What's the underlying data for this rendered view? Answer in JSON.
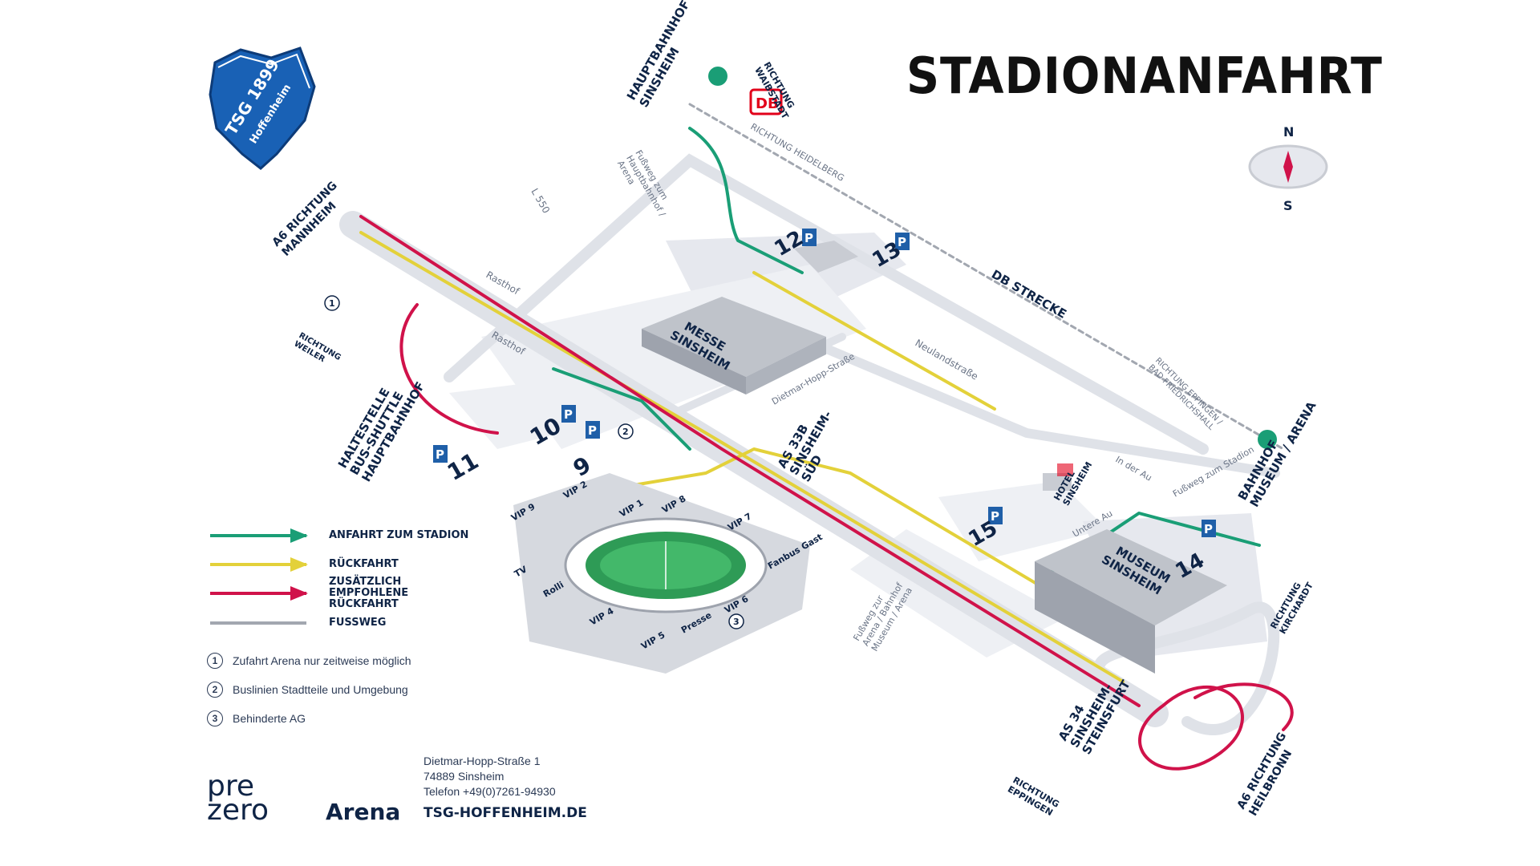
{
  "title": "STADIONANFAHRT",
  "club_crest": {
    "line1": "TSG 1899",
    "line2": "Hoffenheim",
    "color": "#1961b5"
  },
  "compass": {
    "north": "N",
    "south": "S"
  },
  "colors": {
    "anfahrt": "#1a9e76",
    "rueckfahrt": "#e3d13a",
    "zusaetzlich": "#d0124a",
    "fussweg": "#a2a7b0",
    "parking": "#1f5fa8",
    "db_red": "#e2001a",
    "building": "#c9ccd3",
    "area": "#e6e8ee"
  },
  "map_labels": {
    "hauptbahnhof": [
      "HAUPTBAHNHOF",
      "SINSHEIM"
    ],
    "richtung_waibstadt": [
      "RICHTUNG",
      "WAIBSTADT"
    ],
    "db_logo": "DB",
    "richtung_heidelberg": "RICHTUNG HEIDELBERG",
    "fussweg_hbf": [
      "Fußweg zum",
      "Hauptbahnhof /",
      "Arena"
    ],
    "l550": "L 550",
    "a6_mannheim": [
      "A6 RICHTUNG",
      "MANNHEIM"
    ],
    "rasthof_1": "Rasthof",
    "rasthof_2": "Rasthof",
    "richtung_weiler": [
      "RICHTUNG",
      "WEILER"
    ],
    "messe": [
      "MESSE",
      "SINSHEIM"
    ],
    "db_strecke": "DB STRECKE",
    "neulandstrasse": "Neulandstraße",
    "dietmar_hopp_strasse": "Dietmar-Hopp-Straße",
    "richtung_eppingen_bf": [
      "RICHTUNG EPPINGEN /",
      "BAD FRIEDRICHSHALL"
    ],
    "haltestelle": [
      "HALTESTELLE",
      "BUS-SHUTTLE",
      "HAUPTBAHNHOF"
    ],
    "as33b": [
      "AS 33B",
      "SINSHEIM-",
      "SÜD"
    ],
    "in_der_au": "In der Au",
    "fussweg_stadion": "Fußweg zum Stadion",
    "bahnhof_museum": [
      "BAHNHOF",
      "MUSEUM / ARENA"
    ],
    "hotel": [
      "HOTEL",
      "SINSHEIM"
    ],
    "untere_au": "Untere Au",
    "museum": [
      "MUSEUM",
      "SINSHEIM"
    ],
    "fussweg_bahnhof_museum": [
      "Fußweg zur",
      "Arena / Bahnhof",
      "Museum / Arena"
    ],
    "richtung_kirchardt": [
      "RICHTUNG",
      "KIRCHARDT"
    ],
    "as34": [
      "AS 34",
      "SINSHEIM-",
      "STEINSFURT"
    ],
    "richtung_eppingen": [
      "RICHTUNG",
      "EPPINGEN"
    ],
    "a6_heilbronn": [
      "A6 RICHTUNG",
      "HEILBRONN"
    ]
  },
  "parking": {
    "p_symbol": "P",
    "numbers": [
      "9",
      "10",
      "11",
      "12",
      "13",
      "14",
      "15"
    ],
    "zones": [
      "VIP 9",
      "VIP 2",
      "VIP 1",
      "VIP 8",
      "VIP 7",
      "TV",
      "Rolli",
      "VIP 4",
      "VIP 5",
      "Presse",
      "VIP 6",
      "Fanbus Gast"
    ]
  },
  "markers": [
    "1",
    "2",
    "3"
  ],
  "legend": [
    {
      "label": "ANFAHRT ZUM STADION",
      "color": "#1a9e76"
    },
    {
      "label": "RÜCKFAHRT",
      "color": "#e3d13a"
    },
    {
      "label": "ZUSÄTZLICH EMPFOHLENE RÜCKFAHRT",
      "color": "#d0124a"
    },
    {
      "label": "FUSSWEG",
      "color": "#a2a7b0"
    }
  ],
  "notes": [
    {
      "num": "1",
      "text": "Zufahrt Arena nur zeitweise möglich"
    },
    {
      "num": "2",
      "text": "Buslinien Stadtteile und Umgebung"
    },
    {
      "num": "3",
      "text": "Behinderte AG"
    }
  ],
  "address": {
    "street": "Dietmar-Hopp-Straße 1",
    "city": "74889 Sinsheim",
    "phone": "Telefon +49(0)7261-94930",
    "website": "TSG-HOFFENHEIM.DE"
  },
  "arena_logo": {
    "line1": "pre",
    "line2": "zero",
    "name": "Arena"
  }
}
